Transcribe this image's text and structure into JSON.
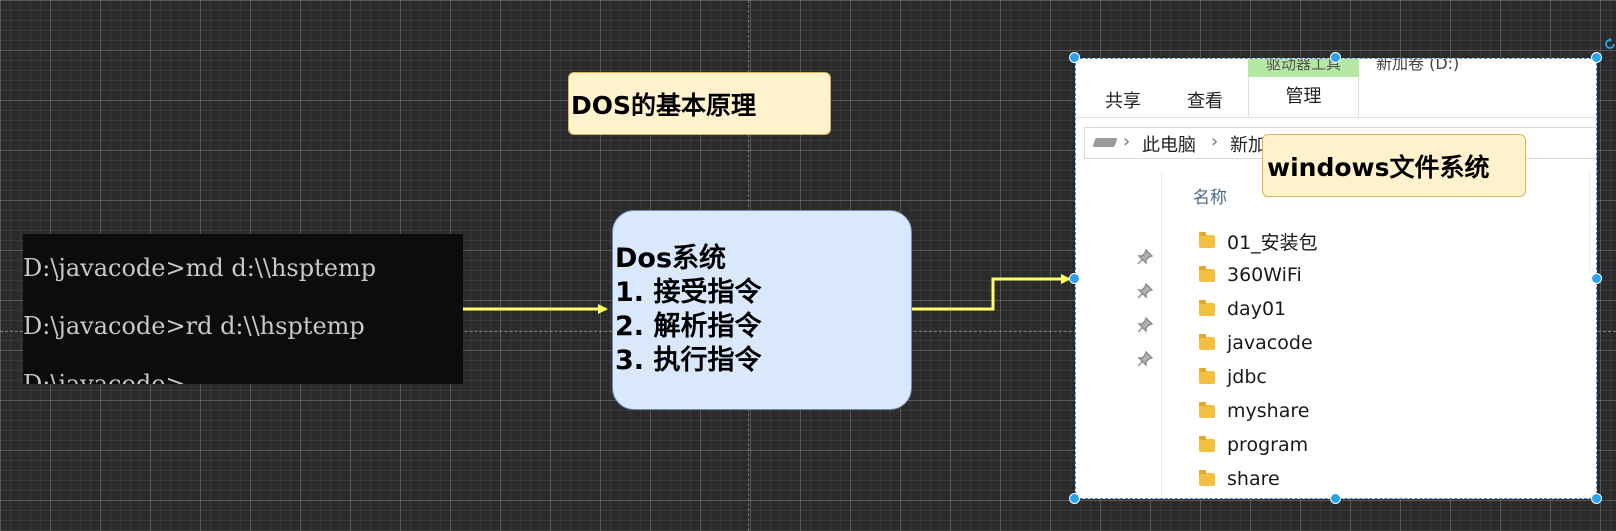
{
  "title_note": "DOS的基本原理",
  "windows_note": "windows文件系统",
  "terminal": {
    "lines": [
      "D:\\javacode>md d:\\\\hsptemp",
      "D:\\javacode>rd d:\\\\hsptemp",
      "D:\\javacode>"
    ]
  },
  "dos_box": {
    "title": "Dos系统",
    "items": [
      "1. 接受指令",
      "2. 解析指令",
      "3. 执行指令"
    ]
  },
  "explorer": {
    "ribbon_context": "驱动器工具",
    "drive_label": "新加卷 (D:)",
    "tabs": [
      "共享",
      "查看"
    ],
    "manage_tab": "管理",
    "breadcrumb": [
      "此电脑",
      "新加卷 (D:)"
    ],
    "column_header": "名称",
    "files": [
      "01_安装包",
      "360WiFi",
      "day01",
      "javacode",
      "jdbc",
      "myshare",
      "program",
      "share"
    ]
  },
  "colors": {
    "canvas": "#2b2b2b",
    "arrow": "#ffff66",
    "note_fill": "#fff2cc",
    "note_border": "#d6b656",
    "process_fill": "#dae8fc",
    "process_border": "#6c8ebf",
    "selection": "#29a3f0"
  }
}
